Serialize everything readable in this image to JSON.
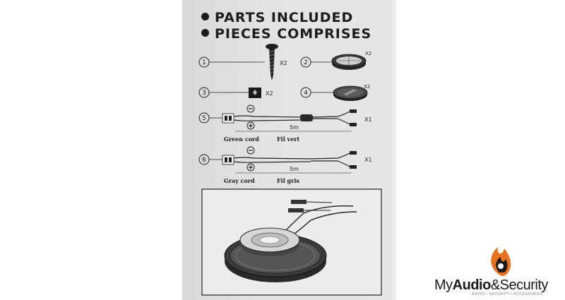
{
  "headings": [
    "PARTS INCLUDED",
    "PIECES COMPRISES"
  ],
  "part_numbers": [
    "1",
    "2",
    "3",
    "4",
    "5",
    "6"
  ],
  "quantities": {
    "screw": "X2",
    "ring": "X2",
    "clip": "X2",
    "grille": "X2",
    "green_cable": "X1",
    "gray_cable": "X1"
  },
  "cables": {
    "length": "5m",
    "green_label_en": "Green cord",
    "green_label_fr": "Fil vert",
    "gray_label_en": "Gray cord",
    "gray_label_fr": "Fil gris"
  },
  "logo": {
    "name_part1": "My",
    "name_part2": "Audio",
    "name_part3": "&Security",
    "tagline": "AUDIO • SECURITY • ACCESSORIES",
    "accent_color": "#e8731f"
  }
}
